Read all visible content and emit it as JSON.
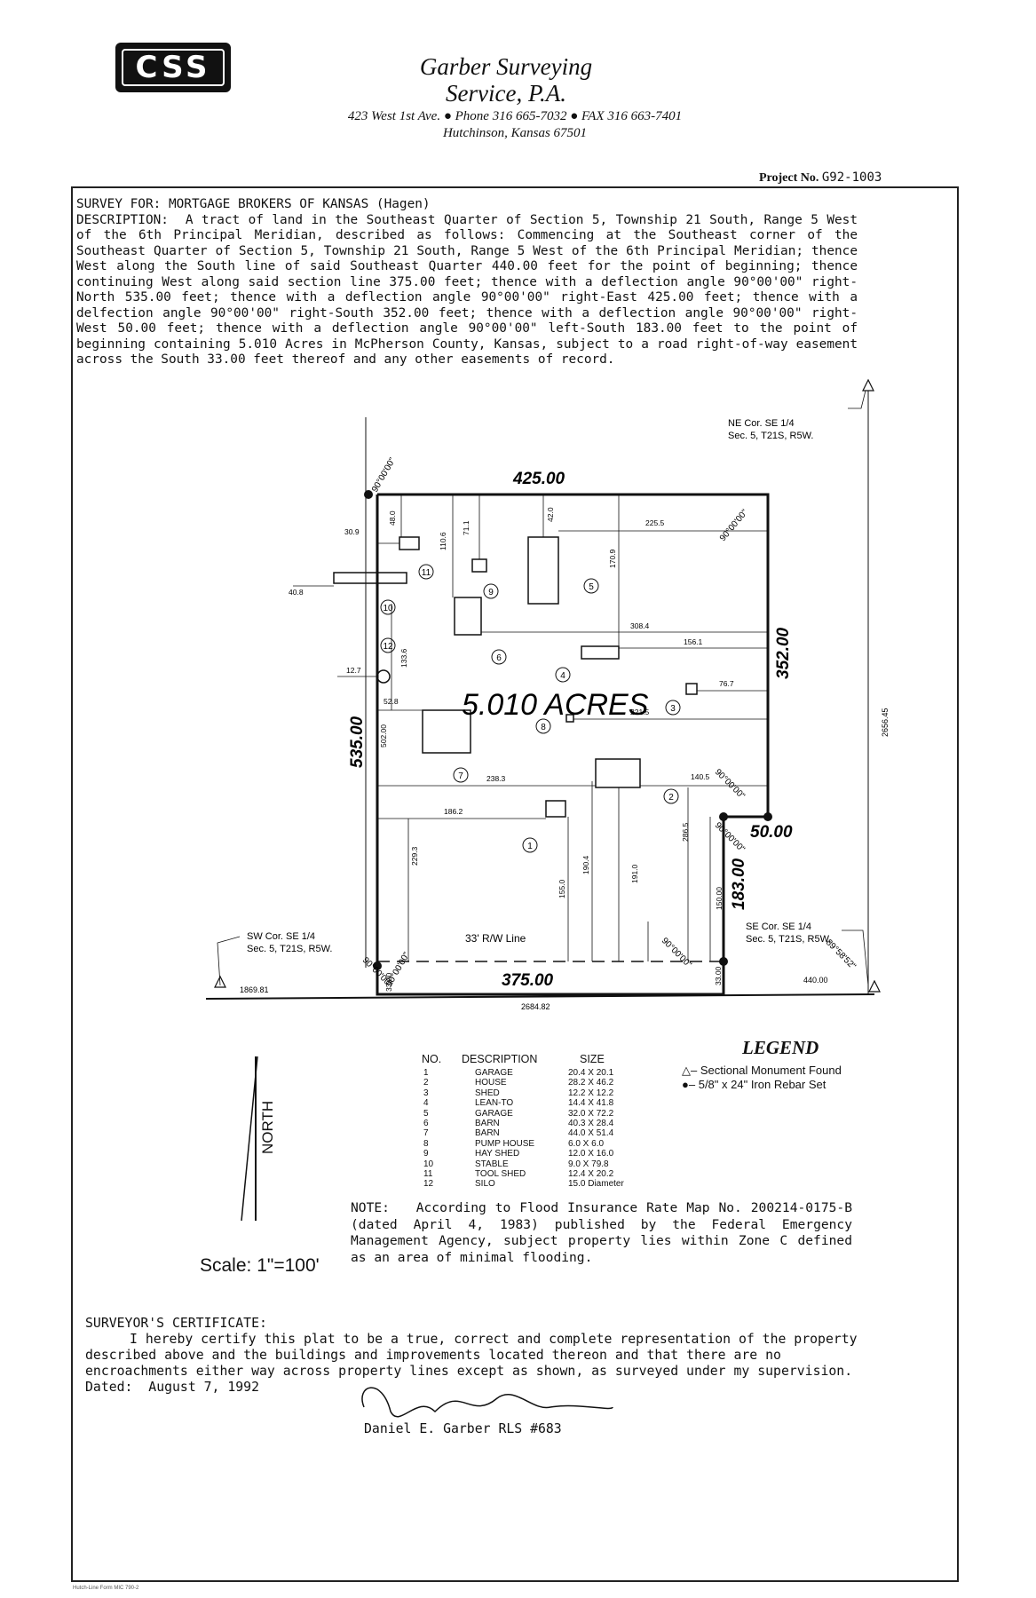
{
  "header": {
    "logo_text": "CSS",
    "company_line1": "Garber Surveying",
    "company_line2": "Service, P.A.",
    "address_line1": "423 West 1st Ave. ● Phone 316 665-7032 ● FAX 316 663-7401",
    "address_line2": "Hutchinson, Kansas 67501",
    "project_label": "Project No.",
    "project_no": "G92-1003"
  },
  "survey": {
    "for_label": "SURVEY FOR:",
    "for_value": "MORTGAGE BROKERS OF KANSAS (Hagen)",
    "description_label": "DESCRIPTION:",
    "description_text": "A tract of land in the Southeast Quarter of Section 5, Township 21 South, Range 5 West of the 6th Principal Meridian, described as follows: Commencing at the Southeast corner of the Southeast Quarter of Section 5, Township 21 South, Range 5 West of the 6th Principal Meridian; thence West along the South line of said Southeast Quarter 440.00 feet for the point of beginning; thence continuing West along said section line 375.00 feet; thence with a deflection angle 90°00'00\" right-North 535.00 feet; thence with a deflection angle 90°00'00\" right-East 425.00 feet; thence with a delfection angle 90°00'00\" right-South 352.00 feet; thence with a deflection angle 90°00'00\" right-West 50.00 feet; thence with a deflection angle 90°00'00\" left-South 183.00 feet to the point of beginning containing 5.010 Acres in McPherson County, Kansas, subject to a road right-of-way easement across the South 33.00 feet thereof and any other easements of record."
  },
  "plat": {
    "acres": "5.010 ACRES",
    "north_dim": "425.00",
    "west_dim": "535.00",
    "east_dim": "352.00",
    "notch_dim": "50.00",
    "notch_east_dim": "183.00",
    "south_dim": "375.00",
    "south_total": "2684.82",
    "west_tie": "1869.81",
    "east_tie": "440.00",
    "section_line": "2656.45",
    "angle": "90°00'00\"",
    "bearing": "89°58'52\"",
    "rw_line": "33' R/W Line",
    "ne_corner": [
      "NE Cor. SE 1/4",
      "Sec. 5, T21S, R5W."
    ],
    "sw_corner": [
      "SW Cor. SE 1/4",
      "Sec. 5, T21S, R5W."
    ],
    "se_corner": [
      "SE Cor. SE 1/4",
      "Sec. 5, T21S, R5W."
    ],
    "dims": {
      "d48": "48.0",
      "d71": "71.1",
      "d42": "42.0",
      "d110": "110.6",
      "d170": "170.9",
      "d2255": "225.5",
      "d309": "30.9",
      "d408": "40.8",
      "d3084": "308.4",
      "d1561": "156.1",
      "d1336": "133.6",
      "d127": "12.7",
      "d767": "76.7",
      "d528": "52.8",
      "d2215": "221.5",
      "d502": "502.00",
      "d2383": "238.3",
      "d1405": "140.5",
      "d1862": "186.2",
      "d2293": "229.3",
      "d2865": "286.5",
      "d155": "155.0",
      "d1904": "190.4",
      "d191": "191.0",
      "d150": "150.00",
      "d33": "33.00",
      "d33b": "33.00"
    },
    "callouts": [
      "1",
      "2",
      "3",
      "4",
      "5",
      "6",
      "7",
      "8",
      "9",
      "10",
      "11",
      "12"
    ]
  },
  "structures_table": {
    "headers": {
      "no": "NO.",
      "description": "DESCRIPTION",
      "size": "SIZE"
    },
    "rows": [
      {
        "no": "1",
        "description": "GARAGE",
        "size": "20.4 X 20.1"
      },
      {
        "no": "2",
        "description": "HOUSE",
        "size": "28.2 X 46.2"
      },
      {
        "no": "3",
        "description": "SHED",
        "size": "12.2 X 12.2"
      },
      {
        "no": "4",
        "description": "LEAN-TO",
        "size": "14.4 X 41.8"
      },
      {
        "no": "5",
        "description": "GARAGE",
        "size": "32.0 X 72.2"
      },
      {
        "no": "6",
        "description": "BARN",
        "size": "40.3 X 28.4"
      },
      {
        "no": "7",
        "description": "BARN",
        "size": "44.0 X 51.4"
      },
      {
        "no": "8",
        "description": "PUMP HOUSE",
        "size": "6.0 X 6.0"
      },
      {
        "no": "9",
        "description": "HAY SHED",
        "size": "12.0 X 16.0"
      },
      {
        "no": "10",
        "description": "STABLE",
        "size": "9.0 X 79.8"
      },
      {
        "no": "11",
        "description": "TOOL SHED",
        "size": "12.4 X 20.2"
      },
      {
        "no": "12",
        "description": "SILO",
        "size": "15.0 Diameter"
      }
    ]
  },
  "legend": {
    "title": "LEGEND",
    "monument": "Sectional Monument Found",
    "rebar": "5/8\" x 24\" Iron Rebar Set"
  },
  "north_label": "NORTH",
  "scale": "Scale: 1\"=100'",
  "note": {
    "label": "NOTE:",
    "text": "According to Flood Insurance Rate Map No. 200214-0175-B (dated April 4, 1983) published by the Federal Emergency Management Agency, subject property lies within Zone C defined as an area of minimal flooding."
  },
  "certificate": {
    "label": "SURVEYOR'S CERTIFICATE:",
    "text": "I hereby certify this plat to be a true, correct and complete representation of the property described above and the buildings and improvements located thereon and that there are no encroachments either way across property lines except as shown, as surveyed under my supervision.",
    "date_label": "Dated:",
    "date": "August 7, 1992",
    "signer": "Daniel E. Garber  RLS #683"
  },
  "footer": "Hutch-Line Form MIC 790-2"
}
